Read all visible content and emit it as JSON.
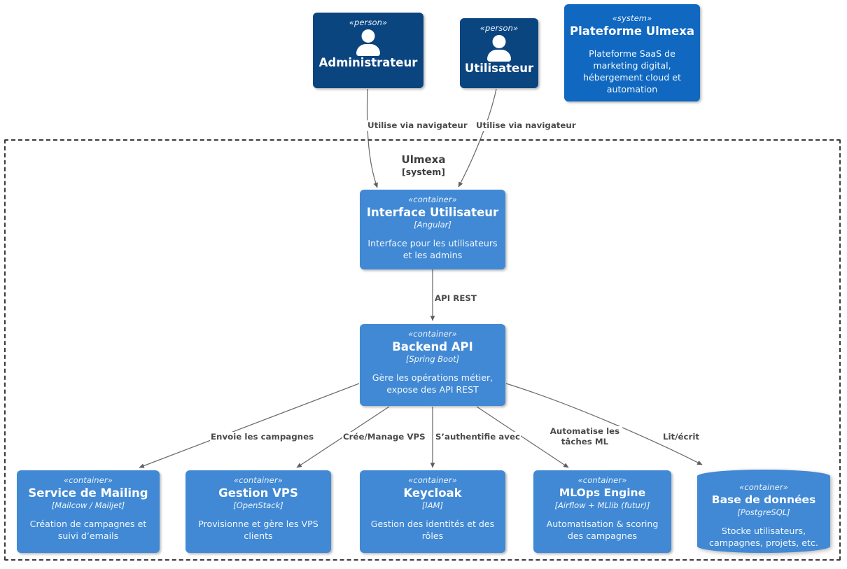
{
  "diagram": {
    "kind": "C4 container diagram",
    "boundary": {
      "name": "Ulmexa",
      "type": "[system]"
    }
  },
  "external": [
    {
      "id": "administrateur",
      "stereotype": "«person»",
      "name": "Administrateur",
      "icon": "person-icon"
    },
    {
      "id": "utilisateur",
      "stereotype": "«person»",
      "name": "Utilisateur",
      "icon": "person-icon"
    },
    {
      "id": "plateforme-ulmexa",
      "stereotype": "«system»",
      "name": "Plateforme Ulmexa",
      "description": "Plateforme SaaS de marketing digital, hébergement cloud et automation"
    }
  ],
  "containers": [
    {
      "id": "interface-utilisateur",
      "stereotype": "«container»",
      "name": "Interface Utilisateur",
      "tech": "[Angular]",
      "description": "Interface pour les utilisateurs et les admins"
    },
    {
      "id": "backend-api",
      "stereotype": "«container»",
      "name": "Backend API",
      "tech": "[Spring Boot]",
      "description": "Gère les opérations métier, expose des API REST"
    },
    {
      "id": "service-de-mailing",
      "stereotype": "«container»",
      "name": "Service de Mailing",
      "tech": "[Mailcow / Mailjet]",
      "description": "Création de campagnes et suivi d’emails"
    },
    {
      "id": "gestion-vps",
      "stereotype": "«container»",
      "name": "Gestion VPS",
      "tech": "[OpenStack]",
      "description": "Provisionne et gère les VPS clients"
    },
    {
      "id": "keycloak",
      "stereotype": "«container»",
      "name": "Keycloak",
      "tech": "[IAM]",
      "description": "Gestion des identités et des rôles"
    },
    {
      "id": "mlops-engine",
      "stereotype": "«container»",
      "name": "MLOps Engine",
      "tech": "[Airflow + MLlib (futur)]",
      "description": "Automatisation & scoring des campagnes"
    },
    {
      "id": "base-de-donnees",
      "stereotype": "«container»",
      "name": "Base de données",
      "tech": "[PostgreSQL]",
      "description": "Stocke utilisateurs, campagnes, projets, etc.",
      "shape": "cylinder"
    }
  ],
  "relationships": [
    {
      "id": "admin-to-ui",
      "from": "administrateur",
      "to": "interface-utilisateur",
      "label": "Utilise via navigateur"
    },
    {
      "id": "user-to-ui",
      "from": "utilisateur",
      "to": "interface-utilisateur",
      "label": "Utilise via navigateur"
    },
    {
      "id": "ui-to-api",
      "from": "interface-utilisateur",
      "to": "backend-api",
      "label": "API REST"
    },
    {
      "id": "api-to-mailing",
      "from": "backend-api",
      "to": "service-de-mailing",
      "label": "Envoie les campagnes"
    },
    {
      "id": "api-to-vps",
      "from": "backend-api",
      "to": "gestion-vps",
      "label": "Crée/Manage VPS"
    },
    {
      "id": "api-to-keycloak",
      "from": "backend-api",
      "to": "keycloak",
      "label": "S’authentifie avec"
    },
    {
      "id": "api-to-mlops",
      "from": "backend-api",
      "to": "mlops-engine",
      "label": "Automatise les\ntâches ML"
    },
    {
      "id": "api-to-db",
      "from": "backend-api",
      "to": "base-de-donnees",
      "label": "Lit/écrit"
    }
  ],
  "colors": {
    "person": "#0b4580",
    "system": "#1068c0",
    "container": "#4189d4",
    "edge": "#6b6b6b",
    "boundary": "#3a3a3a",
    "label_text": "#4a4a4a"
  }
}
